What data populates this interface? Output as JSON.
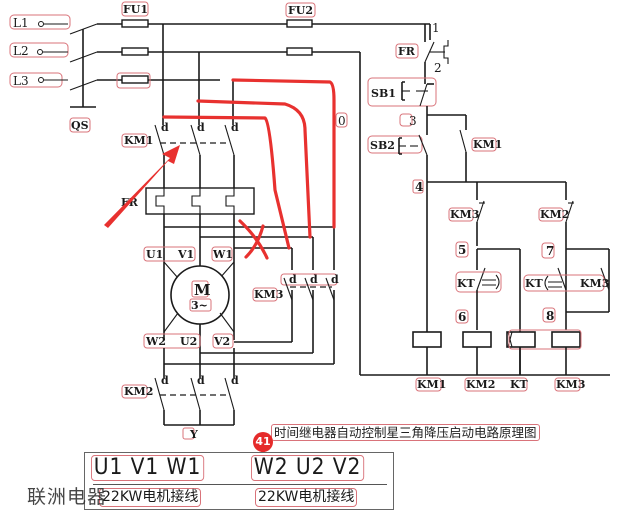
{
  "diagram": {
    "title": "时间继电器自动控制星三角降压启动电路原理图",
    "watermark": "联洲电器",
    "badge_count": "41",
    "colors": {
      "wire": "#1a1a1a",
      "annotation_red": "#e8312f",
      "label_box": "#d9737a",
      "badge": "#e52b2b"
    },
    "main_circuit": {
      "phases": [
        "L1",
        "L2",
        "L3"
      ],
      "switch": "QS",
      "fuse_main": "FU1",
      "fuse_control": "FU2",
      "contactor_main": "KM1",
      "thermal_relay": "FR",
      "motor": {
        "symbol": "M",
        "type": "3~"
      },
      "terminals_top": [
        "U1",
        "V1",
        "W1"
      ],
      "terminals_bottom": [
        "W2",
        "U2",
        "V2"
      ],
      "contactor_delta": "KM3",
      "contactor_star": "KM2",
      "star_label": "Y",
      "node_label": "0"
    },
    "control_circuit": {
      "nodes": [
        "1",
        "2",
        "3",
        "4",
        "5",
        "6",
        "7",
        "8"
      ],
      "thermal_contact": "FR",
      "stop_button": "SB1",
      "start_button": "SB2",
      "hold_contact": "KM1",
      "interlock_km3": "KM3",
      "interlock_km2": "KM2",
      "timer_nc": "KT",
      "timer_no": "KT",
      "km3_hold": "KM3",
      "coils": [
        "KM1",
        "KM2",
        "KT",
        "KM3"
      ]
    },
    "terminal_panel": {
      "row_star": "U1 V1 W1",
      "row_delta": "W2 U2 V2",
      "caption_left": "22KW电机接线",
      "caption_right": "22KW电机接线"
    }
  }
}
